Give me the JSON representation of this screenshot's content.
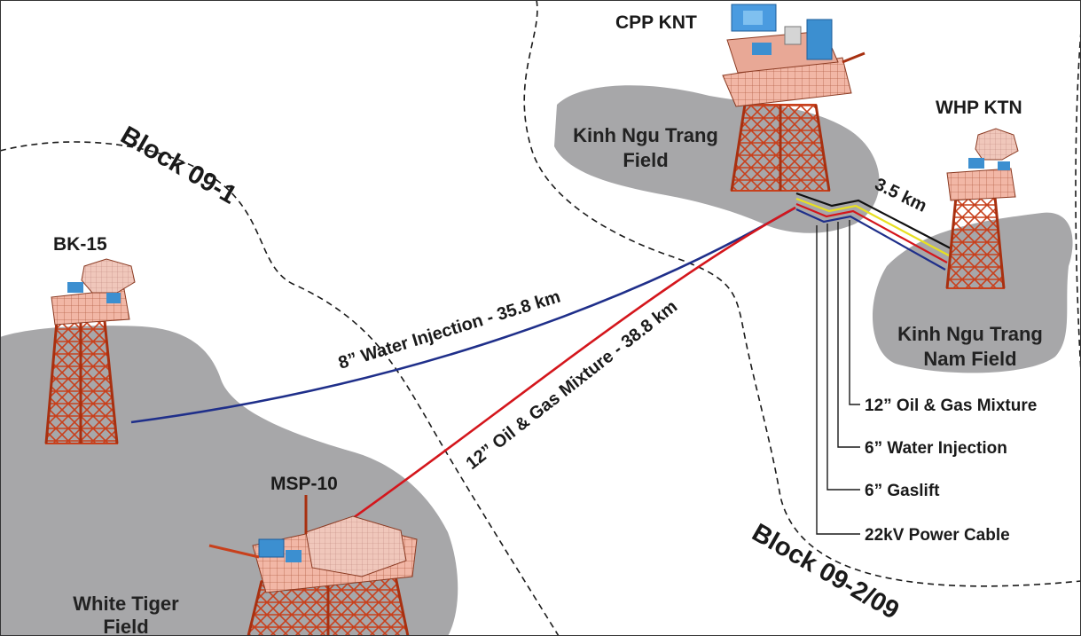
{
  "platforms": {
    "cpp_knt": "CPP KNT",
    "whp_ktn": "WHP KTN",
    "bk_15": "BK-15",
    "msp_10": "MSP-10"
  },
  "fields": {
    "kinh_ngu_trang_line1": "Kinh Ngu Trang",
    "kinh_ngu_trang_line2": "Field",
    "kinh_ngu_trang_nam_line1": "Kinh Ngu Trang",
    "kinh_ngu_trang_nam_line2": "Nam Field",
    "white_tiger_line1": "White Tiger",
    "white_tiger_line2": "Field"
  },
  "blocks": {
    "block_09_1": "Block 09-1",
    "block_09_2_09": "Block 09-2/09"
  },
  "pipelines": {
    "water_injection": "8” Water Injection - 35.8 km",
    "oil_gas_mixture": "12” Oil & Gas Mixture - 38.8 km",
    "short_link": "3.5 km"
  },
  "legend": [
    "12” Oil & Gas Mixture",
    "6” Water Injection",
    "6” Gaslift",
    "22kV Power Cable"
  ],
  "colors": {
    "field_fill": "#a7a7a9",
    "water_injection": "#1f2f8a",
    "oil_gas_mixture": "#d4161c",
    "gaslift": "#e8e020",
    "power_cable": "#111111",
    "jacket": "#c8401c",
    "deck": "#f2b7a6",
    "equipment": "#3c8fd0"
  }
}
